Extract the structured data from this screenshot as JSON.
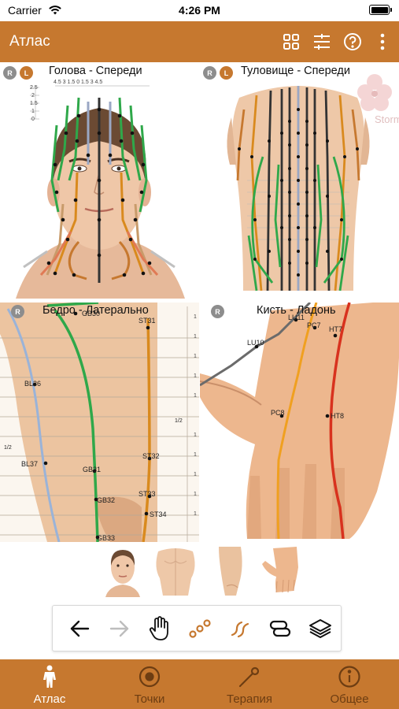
{
  "status_bar": {
    "carrier": "Carrier",
    "time": "4:26 PM"
  },
  "nav": {
    "title": "Атлас",
    "icons": [
      "grid-icon",
      "filter-lines-icon",
      "help-icon",
      "more-vertical-icon"
    ]
  },
  "panels": [
    {
      "title": "Голова - Спереди",
      "badges": [
        "R",
        "L"
      ],
      "ruler": [
        "4.5",
        "3",
        "1.5",
        "0",
        "1.5",
        "3",
        "4.5"
      ],
      "side_ruler": [
        "2.5",
        "2",
        "1.5",
        "1",
        "0"
      ]
    },
    {
      "title": "Туловище - Спереди",
      "badges": [
        "R",
        "L"
      ],
      "watermark": "Storm"
    },
    {
      "title": "Бедро - Латерально",
      "badges": [
        "R"
      ],
      "points": [
        "GB30",
        "ST31",
        "BL36",
        "BL37",
        "ST32",
        "GB31",
        "ST33",
        "GB32",
        "ST34",
        "GB33"
      ],
      "ruler_labels": [
        "1/2",
        "1/2"
      ]
    },
    {
      "title": "Кисть - Ладонь",
      "badges": [
        "R"
      ],
      "points": [
        "LU11",
        "PC7",
        "HT7",
        "LU10",
        "PC8",
        "HT8"
      ]
    }
  ],
  "thumbnails": [
    "face-thumbnail",
    "torso-thumbnail",
    "thigh-thumbnail",
    "hand-thumbnail"
  ],
  "toolbar": {
    "tools": [
      "back-arrow-icon",
      "forward-arrow-icon",
      "hand-icon",
      "points-icon",
      "meridian-icon",
      "link-icon",
      "layers-icon"
    ],
    "forward_enabled": false
  },
  "tabs": [
    {
      "label": "Атлас",
      "icon": "person-icon",
      "active": true
    },
    {
      "label": "Точки",
      "icon": "target-icon",
      "active": false
    },
    {
      "label": "Терапия",
      "icon": "needle-icon",
      "active": false
    },
    {
      "label": "Общее",
      "icon": "info-icon",
      "active": false
    }
  ],
  "colors": {
    "accent": "#c6782f",
    "inactive_tab": "#6d3d12",
    "meridian_green": "#2fa84a",
    "meridian_orange": "#d98a1e",
    "meridian_red": "#d8321e",
    "meridian_gray": "#6b6b6b"
  }
}
